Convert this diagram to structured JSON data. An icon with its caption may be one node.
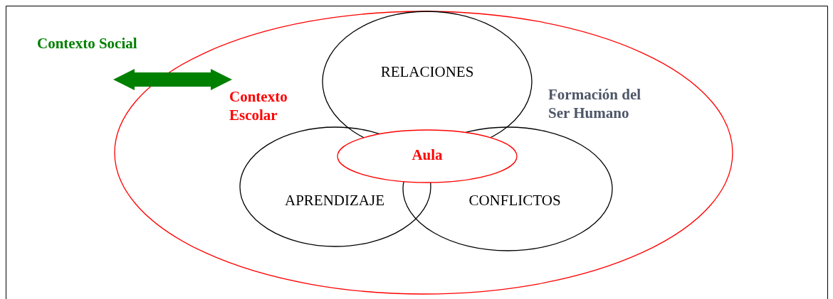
{
  "diagram": {
    "nodes": [
      {
        "text": [
          "Contexto Social"
        ]
      },
      {
        "text": [
          "Contexto Escolar",
          "Formación del Ser Humano"
        ]
      },
      {
        "text": [
          "RELACIONES"
        ],
        "in": 1
      },
      {
        "text": [
          "APRENDIZAJE"
        ],
        "in": 1
      },
      {
        "text": [
          "CONFLICTOS"
        ],
        "in": 1
      },
      {
        "text": [
          "Aula"
        ],
        "in": 1
      }
    ],
    "edges": [
      {
        "from": 0,
        "to": 1,
        "arrow": "both",
        "color": "#008000"
      }
    ]
  }
}
